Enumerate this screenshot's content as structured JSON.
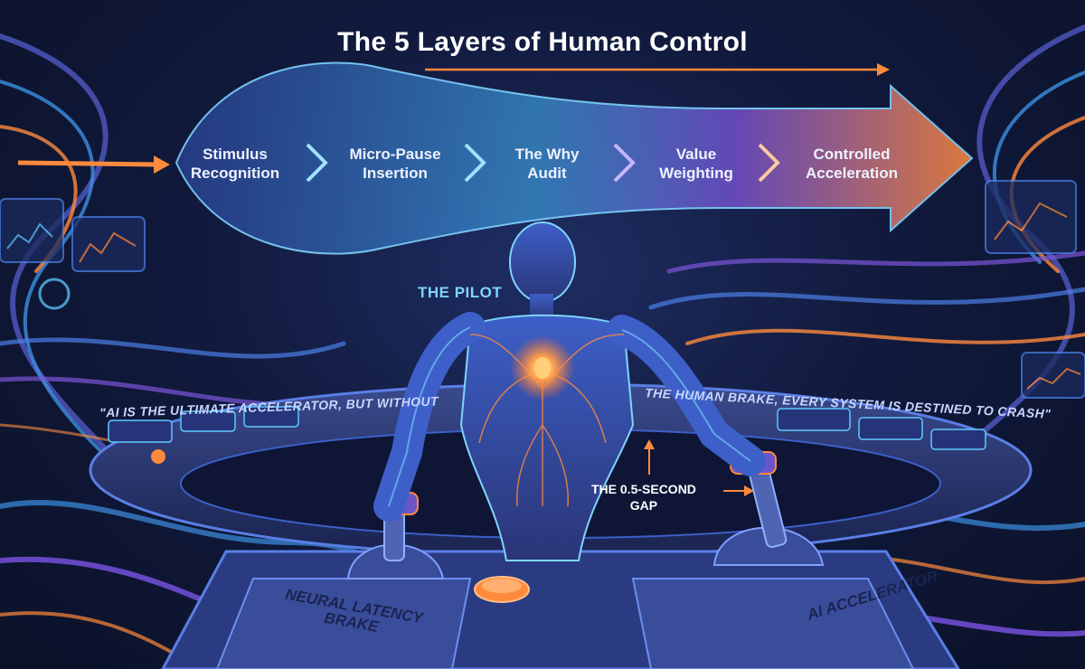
{
  "title": "The 5 Layers of Human Control",
  "layers": [
    {
      "line1": "Stimulus",
      "line2": "Recognition"
    },
    {
      "line1": "Micro-Pause",
      "line2": "Insertion"
    },
    {
      "line1": "The Why",
      "line2": "Audit"
    },
    {
      "line1": "Value",
      "line2": "Weighting"
    },
    {
      "line1": "Controlled",
      "line2": "Acceleration"
    }
  ],
  "pilot_label": "The Pilot",
  "quote_left": "\"AI is the ultimate accelerator, but without",
  "quote_right": "the human brake, every system is destined to crash\"",
  "gap_label": {
    "line1": "The 0.5-Second",
    "line2": "Gap"
  },
  "brake_label": {
    "line1": "Neural Latency",
    "line2": "Brake"
  },
  "accelerator_label": "AI Accelerator",
  "colors": {
    "orange": "#ff8a3d",
    "cyan": "#5fc8ff",
    "purple": "#8a5cff",
    "navy": "#0d1633"
  }
}
